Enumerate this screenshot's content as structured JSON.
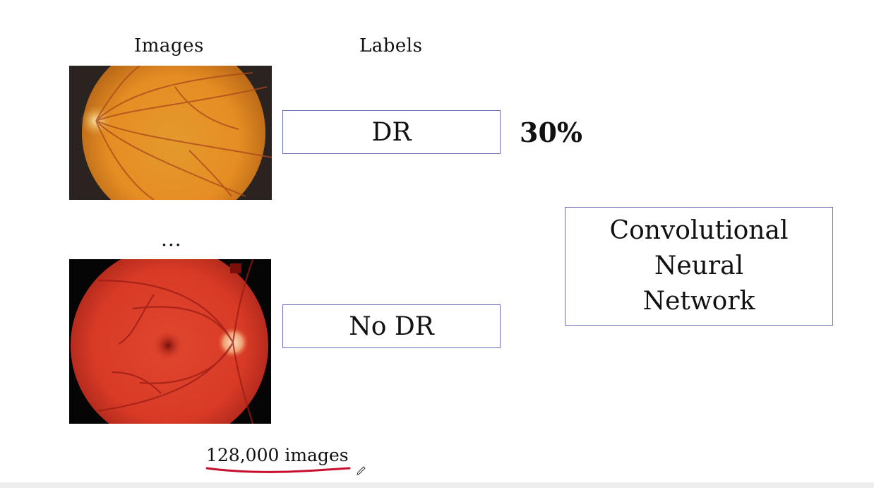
{
  "headings": {
    "images": "Images",
    "labels": "Labels"
  },
  "examples": [
    {
      "image_desc": "fundus-photo-orange",
      "label": "DR"
    },
    {
      "image_desc": "fundus-photo-red",
      "label": "No DR"
    }
  ],
  "ellipsis": "...",
  "dr_percentage": "30%",
  "model_box": {
    "line1": "Convolutional",
    "line2": "Neural",
    "line3": "Network"
  },
  "dataset_count": "128,000 images",
  "colors": {
    "box_border": "#6d6fb3",
    "underline": "#c8102e"
  }
}
